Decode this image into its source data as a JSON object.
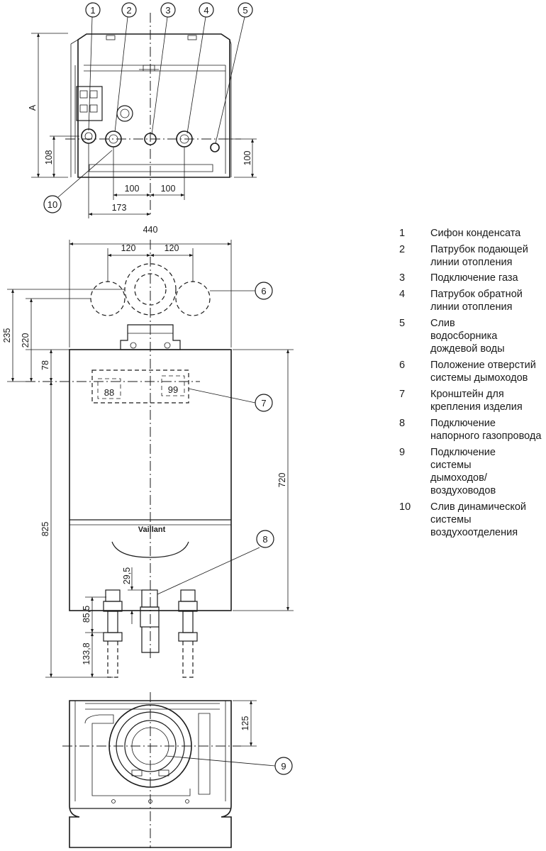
{
  "callouts": [
    "1",
    "2",
    "3",
    "4",
    "5",
    "6",
    "7",
    "8",
    "9",
    "10"
  ],
  "dimensions": {
    "a": "A",
    "d108": "108",
    "d100_right": "100",
    "d100_a": "100",
    "d100_b": "100",
    "d173": "173",
    "d440": "440",
    "d120_a": "120",
    "d120_b": "120",
    "d235": "235",
    "d220": "220",
    "d78": "78",
    "d720": "720",
    "d825": "825",
    "d29_5": "29,5",
    "d85_5": "85,5",
    "d133_8": "133,8",
    "d125": "125"
  },
  "brand": "Vaillant",
  "panel_left_display": "88",
  "panel_right_display": "99",
  "legend": [
    {
      "num": "1",
      "text": "Сифон конденсата"
    },
    {
      "num": "2",
      "text": "Патрубок подающей линии отопления"
    },
    {
      "num": "3",
      "text": "Подключение газа"
    },
    {
      "num": "4",
      "text": "Патрубок обратной линии отопления"
    },
    {
      "num": "5",
      "text": "Слив водосборника дождевой воды"
    },
    {
      "num": "6",
      "text": "Положение отверстий системы дымоходов"
    },
    {
      "num": "7",
      "text": "Кронштейн для крепления изделия"
    },
    {
      "num": "8",
      "text": "Подключение напорного газопровода"
    },
    {
      "num": "9",
      "text": "Подключение системы дымоходов/воздуховодов"
    },
    {
      "num": "10",
      "text": "Слив динамической системы воздухоотделения"
    }
  ]
}
